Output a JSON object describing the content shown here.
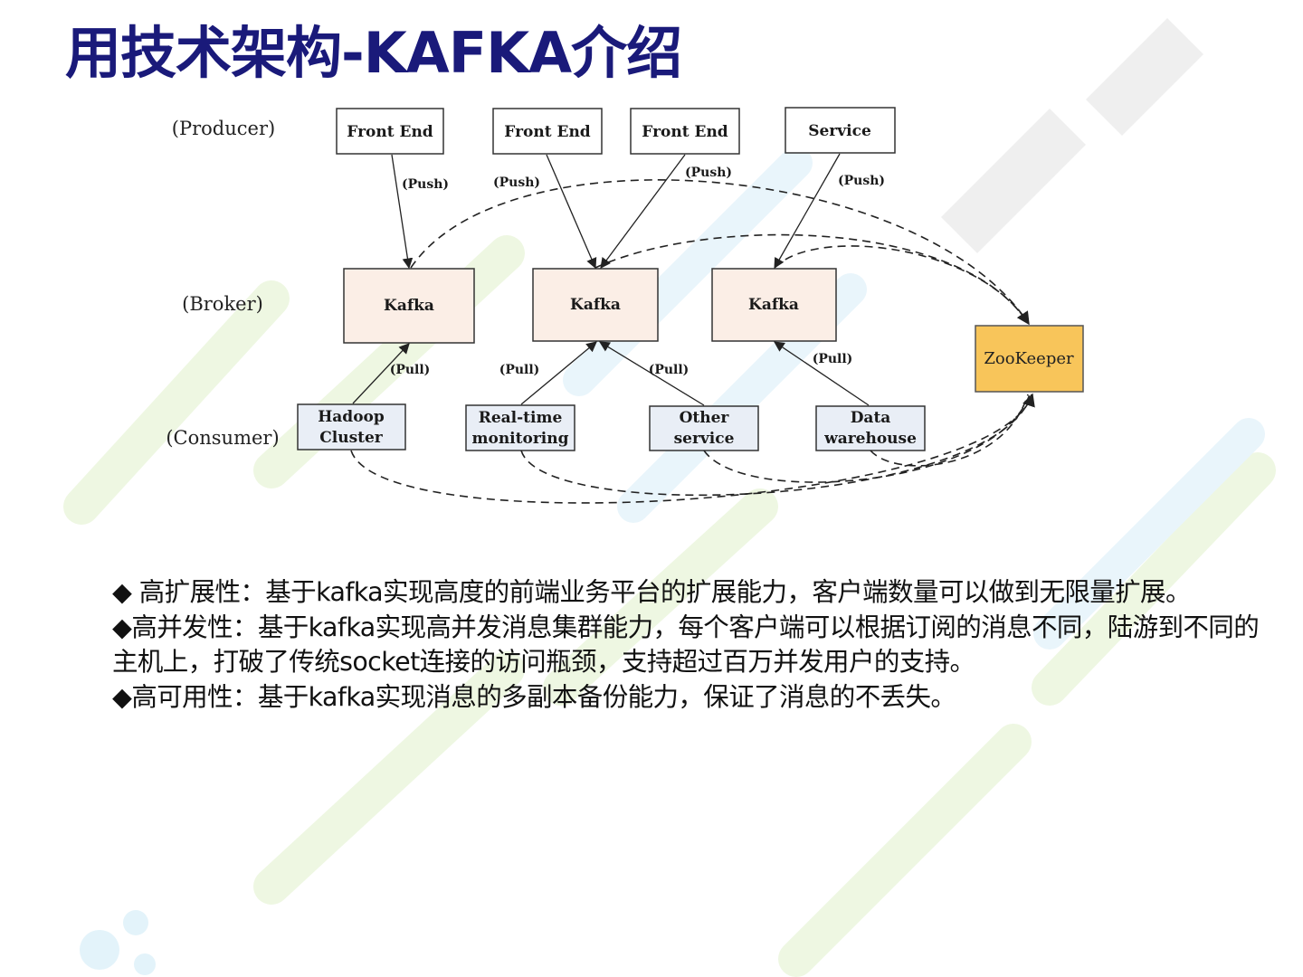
{
  "slide": {
    "title": "用技术架构-KAFKA介绍"
  },
  "diagram": {
    "rows": {
      "producer": "(Producer)",
      "broker": "(Broker)",
      "consumer": "(Consumer)"
    },
    "producers": [
      "Front End",
      "Front End",
      "Front End",
      "Service"
    ],
    "brokers": [
      "Kafka",
      "Kafka",
      "Kafka"
    ],
    "consumers": [
      [
        "Hadoop",
        "Cluster"
      ],
      [
        "Real-time",
        "monitoring"
      ],
      [
        "Other",
        "service"
      ],
      [
        "Data",
        "warehouse"
      ]
    ],
    "zookeeper": "ZooKeeper",
    "push_label": "(Push)",
    "pull_label": "(Pull)",
    "colors": {
      "broker_fill": "#fbeee6",
      "consumer_fill": "#e9eef6",
      "zookeeper_fill": "#f8c55a",
      "title": "#1a1a7a"
    }
  },
  "bullets": [
    "◆ 高扩展性：基于kafka实现高度的前端业务平台的扩展能力，客户端数量可以做到无限量扩展。",
    "◆高并发性：基于kafka实现高并发消息集群能力，每个客户端可以根据订阅的消息不同，陆游到不同的主机上，打破了传统socket连接的访问瓶颈，支持超过百万并发用户的支持。",
    "◆高可用性：基于kafka实现消息的多副本备份能力，保证了消息的不丢失。"
  ]
}
